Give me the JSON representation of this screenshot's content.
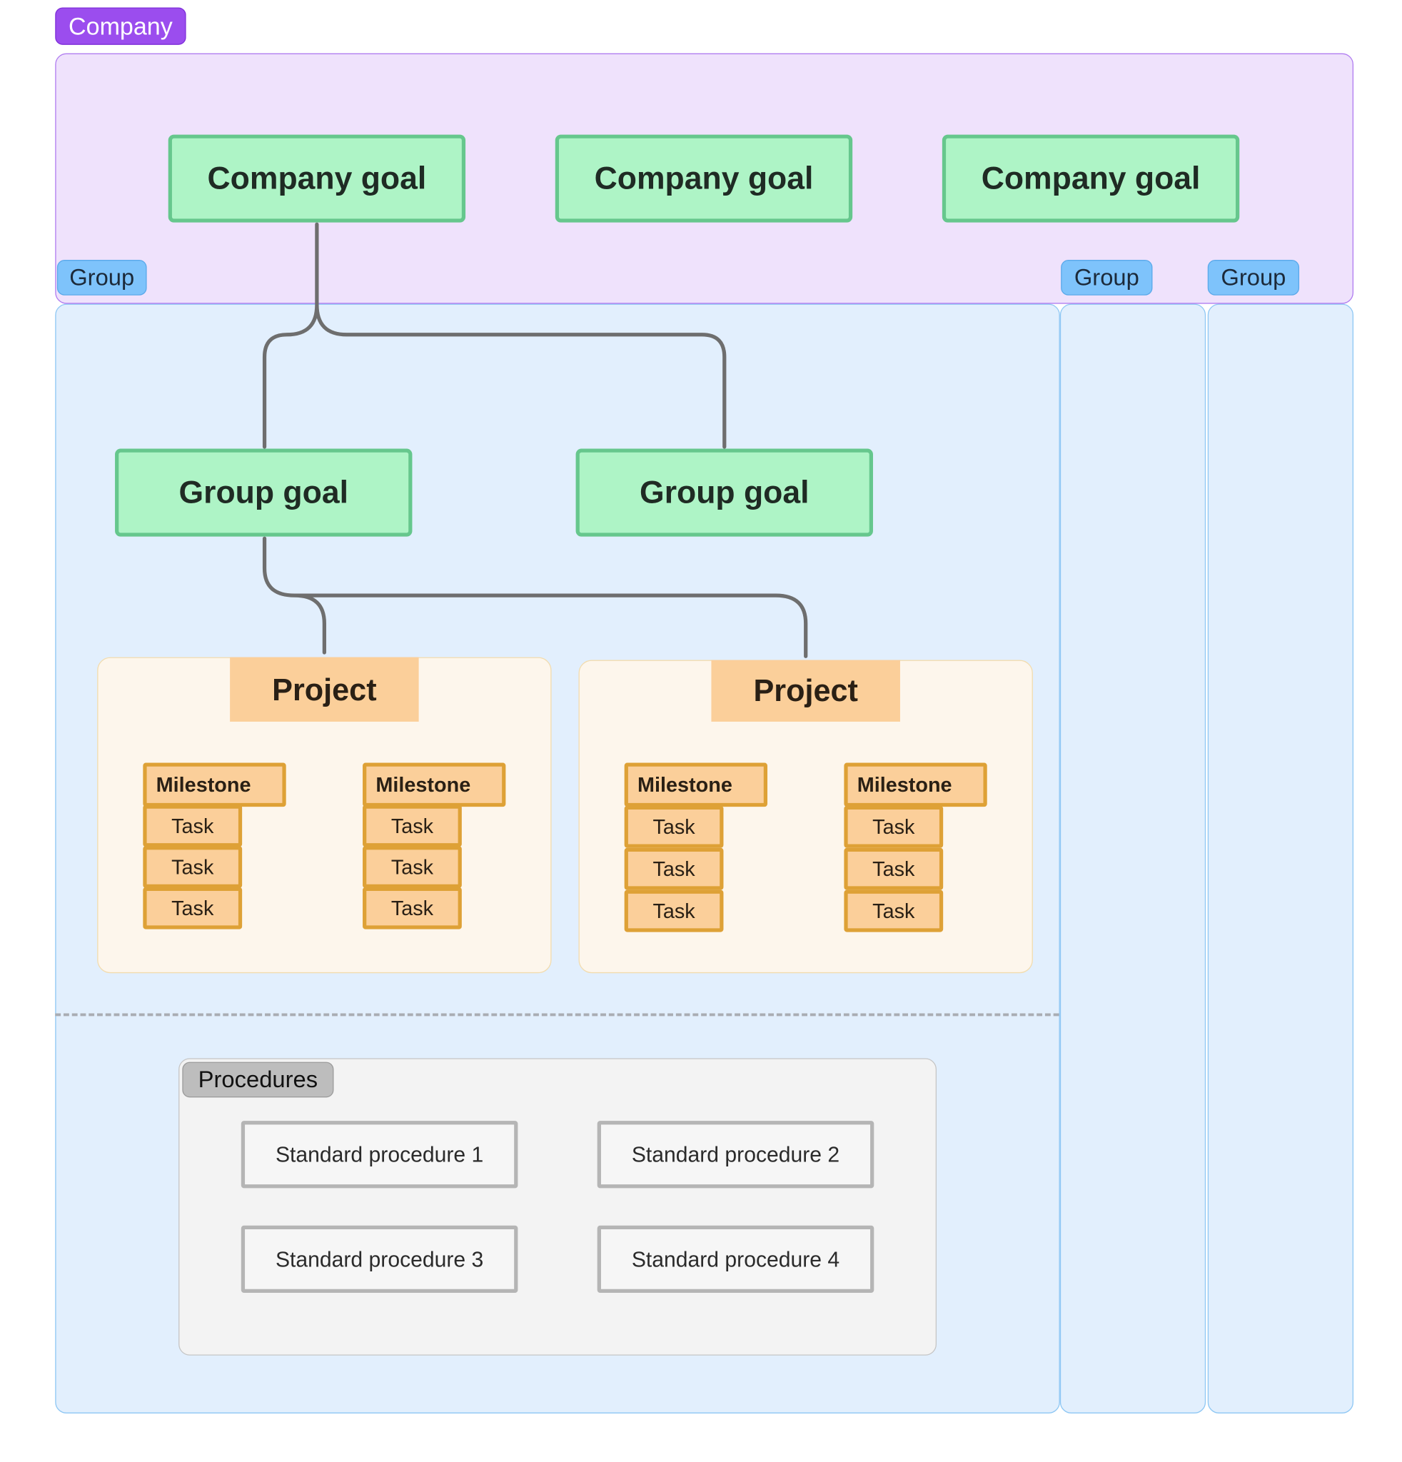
{
  "company": {
    "label": "Company",
    "goals": [
      "Company goal",
      "Company goal",
      "Company goal"
    ]
  },
  "groups": [
    {
      "label": "Group"
    },
    {
      "label": "Group"
    },
    {
      "label": "Group"
    }
  ],
  "group_goals": [
    "Group goal",
    "Group goal"
  ],
  "projects": [
    {
      "label": "Project",
      "milestones": [
        {
          "label": "Milestone",
          "tasks": [
            "Task",
            "Task",
            "Task"
          ]
        },
        {
          "label": "Milestone",
          "tasks": [
            "Task",
            "Task",
            "Task"
          ]
        }
      ]
    },
    {
      "label": "Project",
      "milestones": [
        {
          "label": "Milestone",
          "tasks": [
            "Task",
            "Task",
            "Task"
          ]
        },
        {
          "label": "Milestone",
          "tasks": [
            "Task",
            "Task",
            "Task"
          ]
        }
      ]
    }
  ],
  "procedures": {
    "label": "Procedures",
    "items": [
      "Standard procedure 1",
      "Standard procedure 2",
      "Standard procedure 3",
      "Standard procedure 4"
    ]
  },
  "colors": {
    "company_accent": "#9b4dee",
    "company_fill": "#efe2fc",
    "group_accent": "#7ec3fb",
    "group_fill": "#e2effd",
    "goal_fill": "#aef4c6",
    "goal_border": "#66c78d",
    "project_fill": "#fdf6ec",
    "project_tag": "#fbcf9a",
    "milestone_border": "#dea136",
    "procedure_border": "#b5b5b5",
    "connector": "#6e6e6e"
  }
}
